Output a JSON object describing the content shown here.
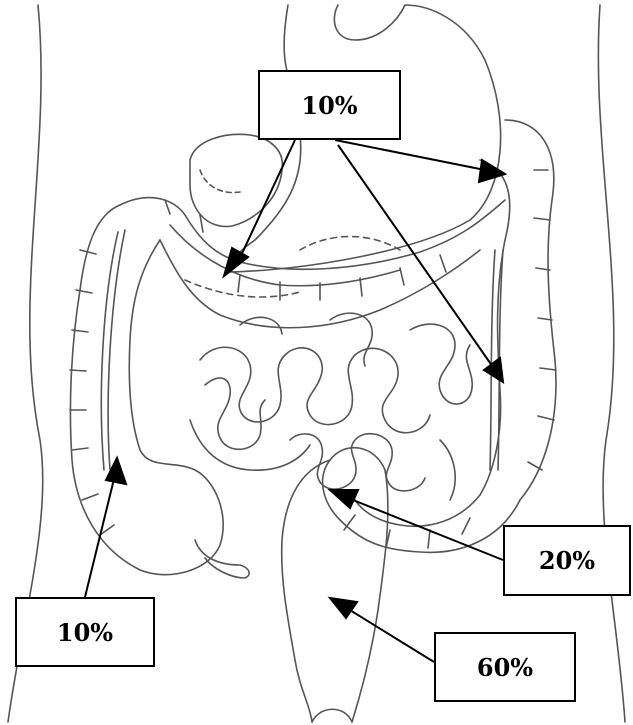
{
  "labels": {
    "top": "10%",
    "left_bottom": "10%",
    "right_middle": "20%",
    "right_bottom": "60%"
  },
  "colors": {
    "ink": "#000000",
    "line": "#555555",
    "background": "#ffffff"
  }
}
